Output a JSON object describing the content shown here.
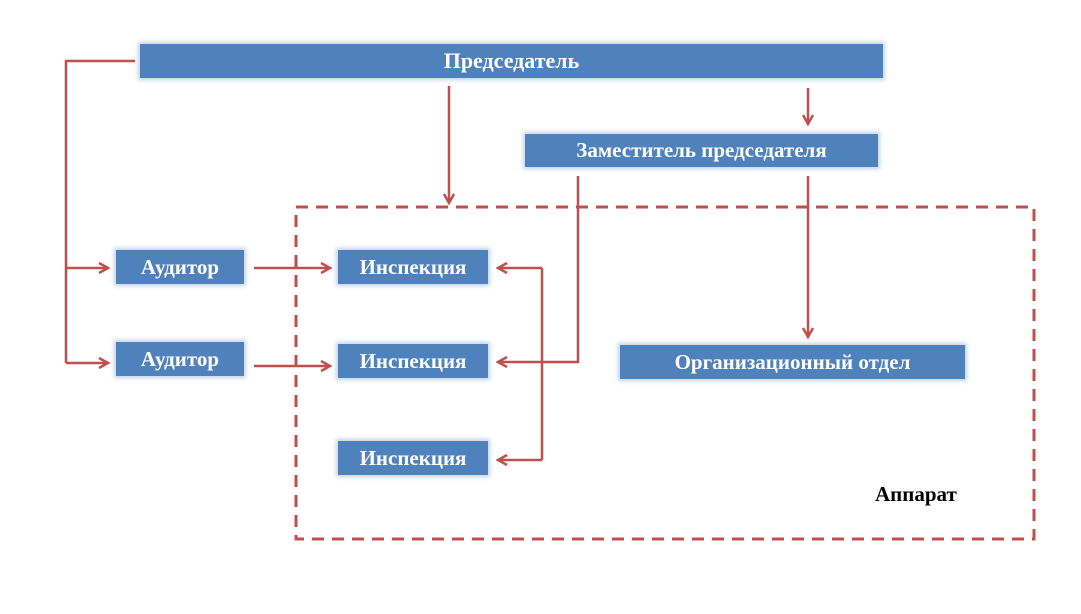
{
  "diagram": {
    "nodes": {
      "chairman": "Председатель",
      "deputy": "Заместитель председателя",
      "auditor_1": "Аудитор",
      "auditor_2": "Аудитор",
      "inspection_1": "Инспекция",
      "inspection_2": "Инспекция",
      "inspection_3": "Инспекция",
      "org_department": "Организационный отдел"
    },
    "group_label": "Аппарат",
    "edges": [
      {
        "from": "chairman",
        "to": "deputy"
      },
      {
        "from": "chairman",
        "to": "apparat"
      },
      {
        "from": "chairman",
        "to": "auditor_1"
      },
      {
        "from": "chairman",
        "to": "auditor_2"
      },
      {
        "from": "auditor_1",
        "to": "inspection_1"
      },
      {
        "from": "auditor_2",
        "to": "inspection_2"
      },
      {
        "from": "deputy",
        "to": "inspection_1"
      },
      {
        "from": "deputy",
        "to": "inspection_2"
      },
      {
        "from": "deputy",
        "to": "inspection_3"
      },
      {
        "from": "deputy",
        "to": "org_department"
      }
    ],
    "colors": {
      "box_fill": "#4f81bd",
      "box_text": "#ffffff",
      "connector": "#c0504d",
      "group_border": "#c0504d"
    }
  }
}
